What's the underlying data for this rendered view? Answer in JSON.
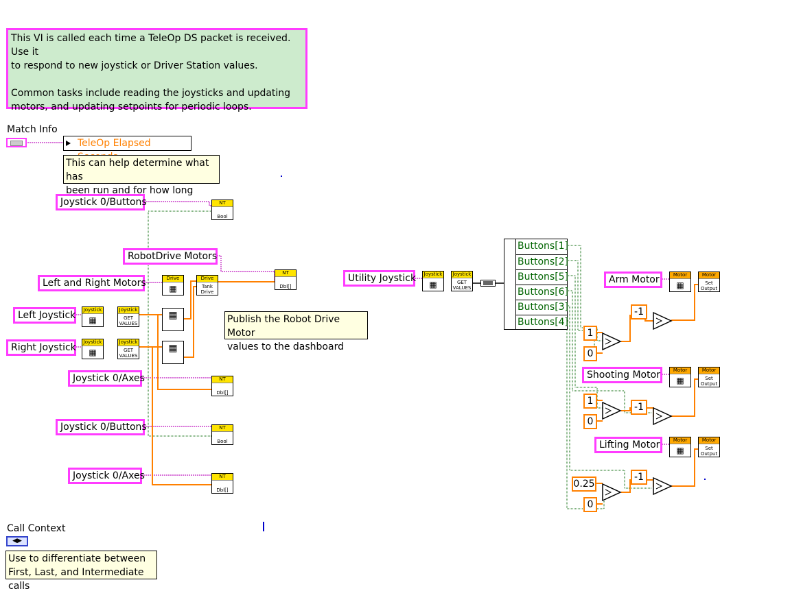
{
  "top_comment": {
    "line1": "This VI is called each time a TeleOp DS packet is received.  Use it",
    "line2": "to respond to new joystick or Driver Station values.",
    "line3": "Common tasks include reading the joysticks and updating",
    "line4": "motors, and updating setpoints for periodic loops."
  },
  "match_info": {
    "label": "Match Info",
    "indicator": "TeleOp Elapsed Seconds",
    "note_line1": "This can help determine what has",
    "note_line2": "been run and for how long"
  },
  "refs": {
    "joystick0_buttons_a": "Joystick 0/Buttons",
    "robotdrive_motors": "RobotDrive Motors",
    "left_right_motors": "Left and Right Motors",
    "left_joystick": "Left Joystick",
    "right_joystick": "Right Joystick",
    "joystick0_axes_a": "Joystick 0/Axes",
    "joystick0_buttons_b": "Joystick 0/Buttons",
    "joystick0_axes_b": "Joystick 0/Axes",
    "utility_joystick": "Utility Joystick",
    "arm_motor": "Arm Motor",
    "shooting_motor": "Shooting Motor",
    "lifting_motor": "Lifting Motor"
  },
  "publish_note": {
    "line1": "Publish the Robot Drive Motor",
    "line2": "values to the dashboard"
  },
  "button_list": [
    "Buttons[1]",
    "Buttons[2]",
    "Buttons[5]",
    "Buttons[6]",
    "Buttons[3]",
    "Buttons[4]"
  ],
  "constants": {
    "arm_neg": "-1",
    "arm_one": "1",
    "arm_zero": "0",
    "shoot_one": "1",
    "shoot_zero": "0",
    "shoot_neg": "-1",
    "lift_quarter": "0.25",
    "lift_zero": "0",
    "lift_neg": "-1"
  },
  "vi_labels": {
    "nt": "NT",
    "bool": "Bool",
    "dbl": "Dbl[]",
    "drive": "Drive",
    "tank_drive": "Tank Drive",
    "joystick": "Joystick",
    "get_values": "GET VALUES",
    "motor": "Motor",
    "set_output": "Set Output"
  },
  "call_context": {
    "label": "Call Context",
    "note_line1": "Use to differentiate between",
    "note_line2": "First, Last, and Intermediate calls"
  },
  "colors": {
    "ref_border": "#ff3cff",
    "orange_wire": "#ff8000",
    "green_wire": "#006400",
    "pink_wire": "#cc44cc",
    "comment_bg": "#cdebcd",
    "note_bg": "#ffffe1"
  }
}
